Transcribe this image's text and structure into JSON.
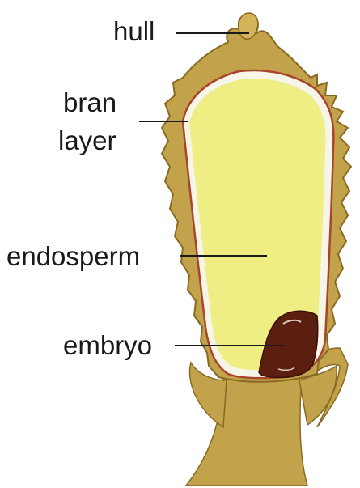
{
  "labels": {
    "hull": "hull",
    "bran_line1": "bran",
    "bran_line2": "layer",
    "endosperm": "endosperm",
    "embryo": "embryo"
  },
  "colors": {
    "hull": "#c2a24a",
    "hull_edge": "#8a6a22",
    "endosperm": "#efee84",
    "bran": "#f6f5e8",
    "bran_edge": "#a8452c",
    "embryo": "#5a1f0e",
    "leader": "#1a1a1a"
  }
}
